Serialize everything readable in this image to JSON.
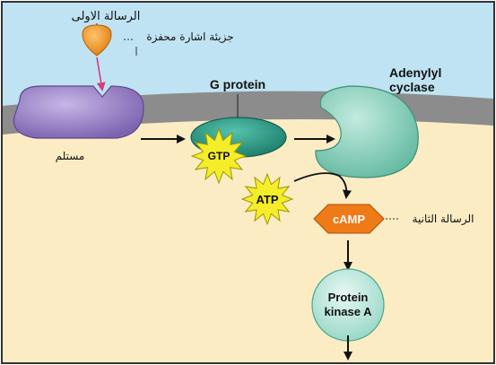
{
  "labels": {
    "first_messenger": "الرسالة الاولى",
    "signal_molecule": "جزيئة اشارة محفزة",
    "receptor": "مستلم",
    "g_protein": "G protein",
    "gtp": "GTP",
    "adenylyl_line1": "Adenylyl",
    "adenylyl_line2": "cyclase",
    "atp": "ATP",
    "camp": "cAMP",
    "second_messenger": "الرسالة الثانية",
    "pka_line1": "Protein",
    "pka_line2": "kinase A"
  },
  "colors": {
    "extracellular": "#bfe3f2",
    "cytoplasm": "#fbecc4",
    "membrane": "#8c8c8c",
    "receptor": "#9b82c9",
    "g_protein": "#2aa08c",
    "adenylyl_cyclase": "#8ed2bd",
    "starburst": "#f5ec2a",
    "camp": "#ef7a18",
    "protein_kinase_a": "#c4ebe3",
    "signal_molecule": "#f39a2a",
    "pointer_arrow": "#d63c84"
  },
  "icons": {
    "arrow": "black-arrow-icon",
    "starburst": "starburst-icon"
  }
}
